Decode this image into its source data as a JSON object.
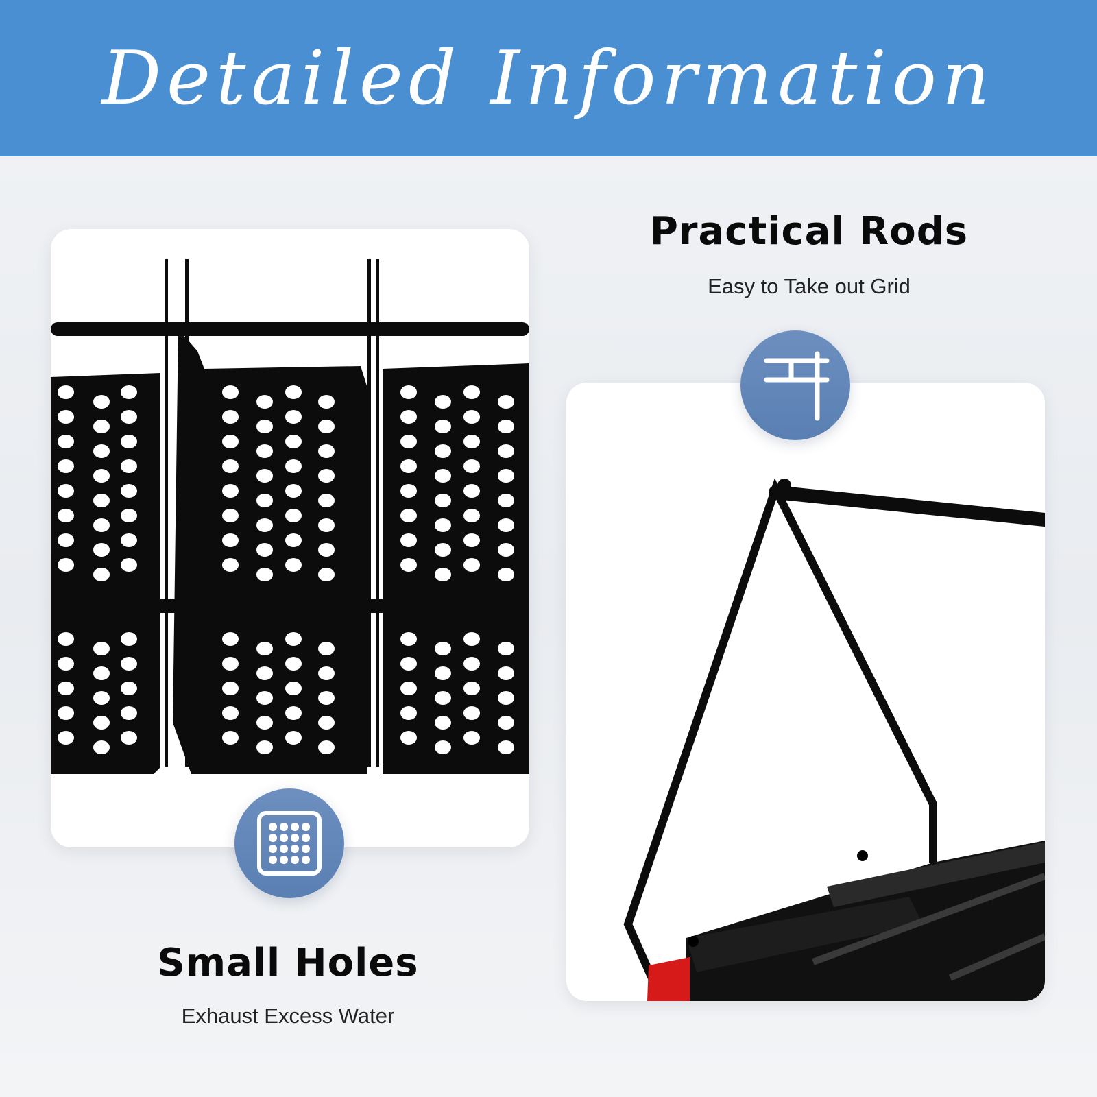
{
  "banner": {
    "title": "Detailed Information",
    "color": "#4a8fd2"
  },
  "features": {
    "rods": {
      "title": "Practical Rods",
      "subtitle": "Easy to Take out Grid",
      "icon": "rod-grid-icon"
    },
    "holes": {
      "title": "Small Holes",
      "subtitle": "Exhaust Excess Water",
      "icon": "dotted-grid-icon"
    }
  },
  "colors": {
    "badge": "#5a7fb2",
    "product": "#0a0a0a",
    "accent_red": "#d61a1a"
  }
}
